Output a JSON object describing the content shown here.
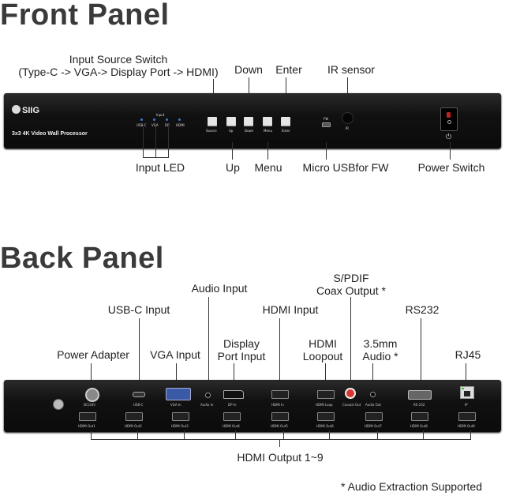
{
  "front": {
    "title": "Front Panel",
    "device_name": "3x3 4K Video Wall Processor",
    "brand": "SIIG",
    "labels": {
      "input_source_switch_line1": "Input Source Switch",
      "input_source_switch_line2": "(Type-C -> VGA-> Display Port -> HDMI)",
      "down": "Down",
      "enter": "Enter",
      "ir_sensor": "IR sensor",
      "input_led": "Input LED",
      "up": "Up",
      "menu": "Menu",
      "micro_usb": "Micro USBfor FW",
      "power_switch": "Power Switch"
    },
    "panel_text": {
      "input": "Input",
      "usbc": "USB-C",
      "vga": "VGA",
      "dp": "DP",
      "hdmi": "HDMI",
      "source": "Source",
      "up": "Up",
      "down": "Down",
      "menu": "Menu",
      "enter": "Enter",
      "fw": "FW",
      "ir": "IR"
    }
  },
  "back": {
    "title": "Back Panel",
    "labels": {
      "power_adapter": "Power Adapter",
      "usbc_input": "USB-C Input",
      "vga_input": "VGA Input",
      "audio_input": "Audio Input",
      "dp_input_line1": "Display",
      "dp_input_line2": "Port Input",
      "hdmi_input": "HDMI Input",
      "spdif_line1": "S/PDIF",
      "spdif_line2": "Coax Output *",
      "hdmi_loopout_line1": "HDMI",
      "hdmi_loopout_line2": "Loopout",
      "audio35_line1": "3.5mm",
      "audio35_line2": "Audio *",
      "rs232": "RS232",
      "rj45": "RJ45",
      "hdmi_output": "HDMI Output 1~9",
      "footnote": "* Audio Extraction Supported"
    },
    "panel_text": {
      "dc": "DC/24V",
      "usbc": "USB-C",
      "vga_in": "VGA In",
      "audio_in": "Audio In",
      "dp_in": "DP In",
      "hdmi_in": "HDMI In",
      "hdmi_loop": "HDMI Loop",
      "coaxial_out": "Coaxial Out",
      "audio_out": "Audio Out",
      "rs232": "RS-232",
      "ip": "IP",
      "outputs": [
        "HDMI Out1",
        "HDMI Out2",
        "HDMI Out3",
        "HDMI Out4",
        "HDMI Out5",
        "HDMI Out6",
        "HDMI Out7",
        "HDMI Out8",
        "HDMI Out9"
      ]
    }
  }
}
